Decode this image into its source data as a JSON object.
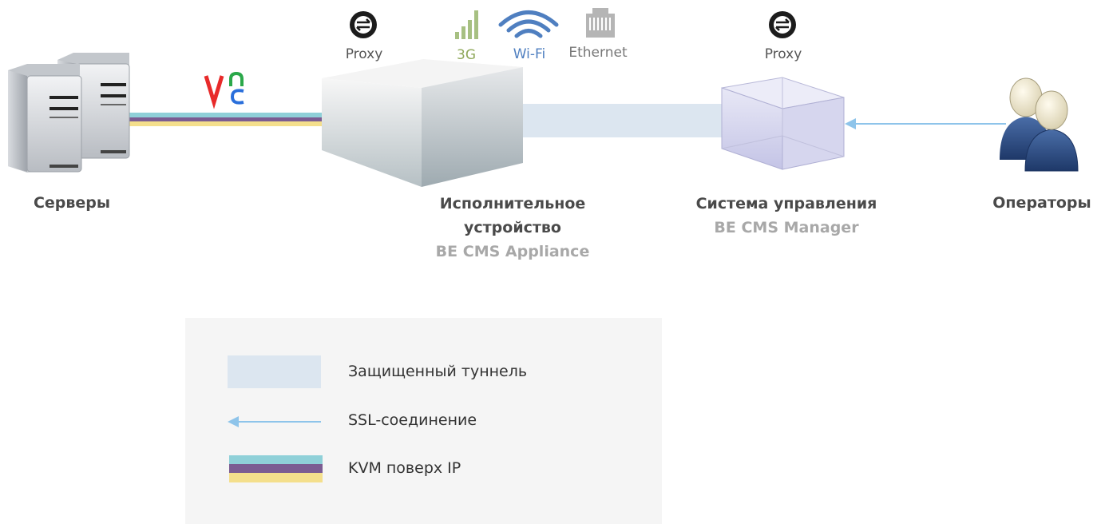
{
  "nodes": {
    "servers": "Серверы",
    "appliance_line1": "Исполнительное",
    "appliance_line2": "устройство",
    "appliance_product": "BE CMS Appliance",
    "manager_title": "Система управления",
    "manager_product": "BE CMS Manager",
    "operators": "Операторы"
  },
  "top_icons": {
    "proxy_left": "Proxy",
    "g3": "3G",
    "wifi": "Wi-Fi",
    "ethernet": "Ethernet",
    "proxy_right": "Proxy"
  },
  "vnc_logo": "VNC",
  "colors": {
    "tunnel": "#dce6f0",
    "ssl": "#8ec4ea",
    "kvm_top": "#8fd0d8",
    "kvm_mid": "#7b5c92",
    "kvm_bottom": "#f4df8c",
    "g3": "#8fa85a",
    "wifi": "#4f7fc0",
    "ethernet": "#a9a9a9"
  },
  "legend": {
    "tunnel": "Защищенный туннель",
    "ssl": "SSL-соединение",
    "kvm": "KVM поверх IP"
  }
}
